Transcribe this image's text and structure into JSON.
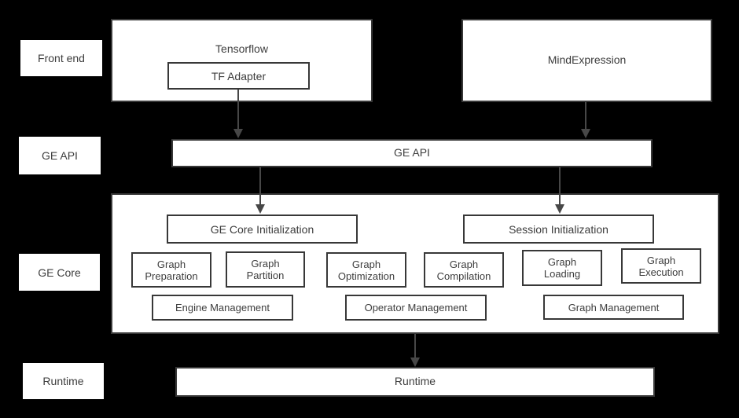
{
  "colors": {
    "background": "#000000",
    "box_fill": "#ffffff",
    "box_border": "#383838",
    "text": "#3d3d3d",
    "arrow": "#474747"
  },
  "side_labels": {
    "front_end": "Front end",
    "ge_api": "GE API",
    "ge_core": "GE Core",
    "runtime": "Runtime"
  },
  "front_end": {
    "tensorflow": "Tensorflow",
    "tf_adapter": "TF Adapter",
    "mind_expression": "MindExpression"
  },
  "ge_api_bar": {
    "label": "GE API"
  },
  "ge_core": {
    "init": "GE Core Initialization",
    "session": "Session Initialization",
    "modules": [
      {
        "line1": "Graph",
        "line2": "Preparation"
      },
      {
        "line1": "Graph",
        "line2": "Partition"
      },
      {
        "line1": "Graph",
        "line2": "Optimization"
      },
      {
        "line1": "Graph",
        "line2": "Compilation"
      },
      {
        "line1": "Graph",
        "line2": "Loading"
      },
      {
        "line1": "Graph",
        "line2": "Execution"
      }
    ],
    "management": [
      {
        "label": "Engine Management"
      },
      {
        "label": "Operator Management"
      },
      {
        "label": "Graph Management"
      }
    ]
  },
  "runtime_bar": {
    "label": "Runtime"
  }
}
